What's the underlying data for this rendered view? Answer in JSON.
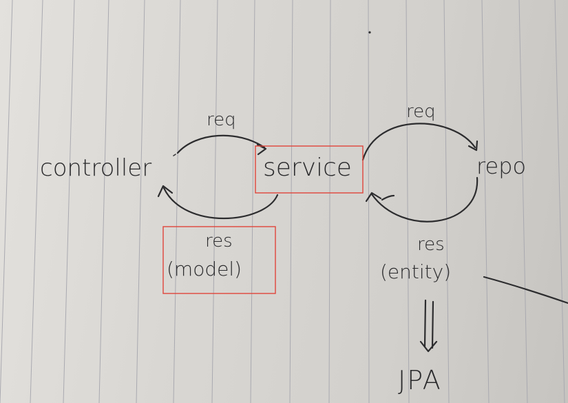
{
  "nodes": {
    "controller": "controller",
    "service": "service",
    "repo": "repo",
    "jpa": "JPA"
  },
  "edges": {
    "controller_to_service": "req",
    "service_to_controller": "res",
    "service_to_controller_type": "(model)",
    "service_to_repo": "req",
    "repo_to_service": "res",
    "repo_to_service_type": "(entity)"
  },
  "highlight_color": "#e0443a",
  "ink_color": "#2c2c2e"
}
